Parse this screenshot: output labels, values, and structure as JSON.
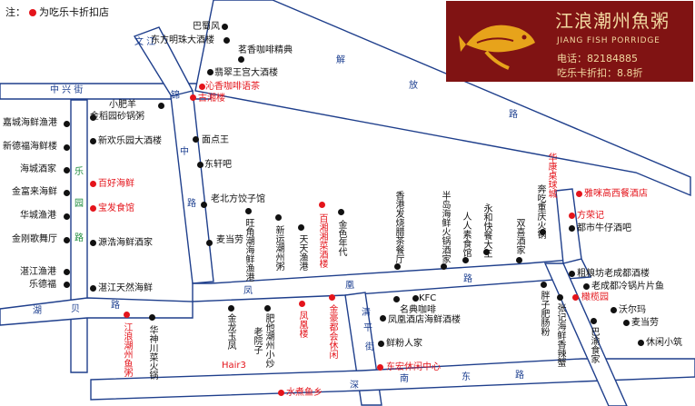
{
  "legend": {
    "prefix": "注：",
    "text": "为吃乐卡折扣店"
  },
  "banner": {
    "name": "江浪潮州魚粥",
    "english": "JIANG FISH PORRIDGE",
    "phone": "电话：82184885",
    "discount": "吃乐卡折扣：8.8折",
    "logo": "fish-logo-icon"
  },
  "colors": {
    "road_fill": "#ffffff",
    "road_edge": "#1f3f8c",
    "discount": "#e4141b",
    "banner_bg": "#801313",
    "banner_text": "#f1d8a0"
  },
  "streets": {
    "zhongxing": "中  兴  街",
    "wenjiang": "文  江",
    "jinjiang": "锦",
    "zhong": "中",
    "lu1": "路",
    "leyuan": [
      "乐",
      "园",
      "路"
    ],
    "fenghuang": [
      "凤",
      "凰",
      "路"
    ],
    "hubei": [
      "湖",
      "贝",
      "路"
    ],
    "shenzhen_east": [
      "深",
      "南",
      "东",
      "路"
    ],
    "qingshuihe": [
      "清",
      "平",
      "街"
    ],
    "jiefang": [
      "解",
      "放",
      "路"
    ]
  },
  "pois": {
    "north": [
      "巴蜀风",
      "东方明珠大酒楼",
      "茗香咖啡精典",
      "翡翠王宫大酒楼"
    ],
    "north_red": [
      "沁香咖啡语茶",
      "古湘楼"
    ],
    "jinzhong": [
      "面点王",
      "东轩吧",
      "老北方饺子馆",
      "麦当劳"
    ],
    "west_col": [
      "嘉城海鲜渔港",
      "新德福海鲜楼",
      "海城酒家",
      "金富来海鲜",
      "华城渔港",
      "金刚歌舞厅",
      "湛江渔港",
      "乐德福"
    ],
    "west_red": [
      "百好海鲜",
      "宝发食馆"
    ],
    "inner_west": [
      "小肥羊",
      "金稻园砂锅粥",
      "新欢乐园大酒楼",
      "源浩海鲜酒家",
      "湛江天然海鲜"
    ],
    "vertical": [
      "旺角潮海鲜渔港",
      "新运潮州粥",
      "天天渔港",
      "金色年代",
      "香港发烧腊茶餐厅",
      "半岛海鲜火锅酒家",
      "人人素食馆",
      "永和快餐大王",
      "双喜酒家",
      "奔吃重庆火锅"
    ],
    "vertical_red": [
      "百湘湘菜酒楼",
      "华康桌球城"
    ],
    "east": [
      "都市牛仔酒吧",
      "粗粮坊老成都酒楼",
      "老成都冷锅片片鱼",
      "沃尔玛",
      "麦当劳",
      "休闲小筑"
    ],
    "east_red": [
      "雅咪高西餐酒店",
      "方荣记",
      "橄榄园"
    ],
    "south_block": [
      "华神川菜火锅",
      "金龙玉凤",
      "肥他潮州小炒",
      "老院子",
      "金豪都会休闲",
      "名典咖啡",
      "凤凰酒店海鲜酒楼",
      "鲜粉人家",
      "胖子肥肠粉",
      "张记海鲜香辣蟹",
      "巴渝食家",
      "KFC"
    ],
    "south_red": [
      "江浪潮州鱼粥",
      "凤凰楼",
      "Hair3",
      "东宏休闲中心",
      "水煮鱼乡"
    ]
  }
}
